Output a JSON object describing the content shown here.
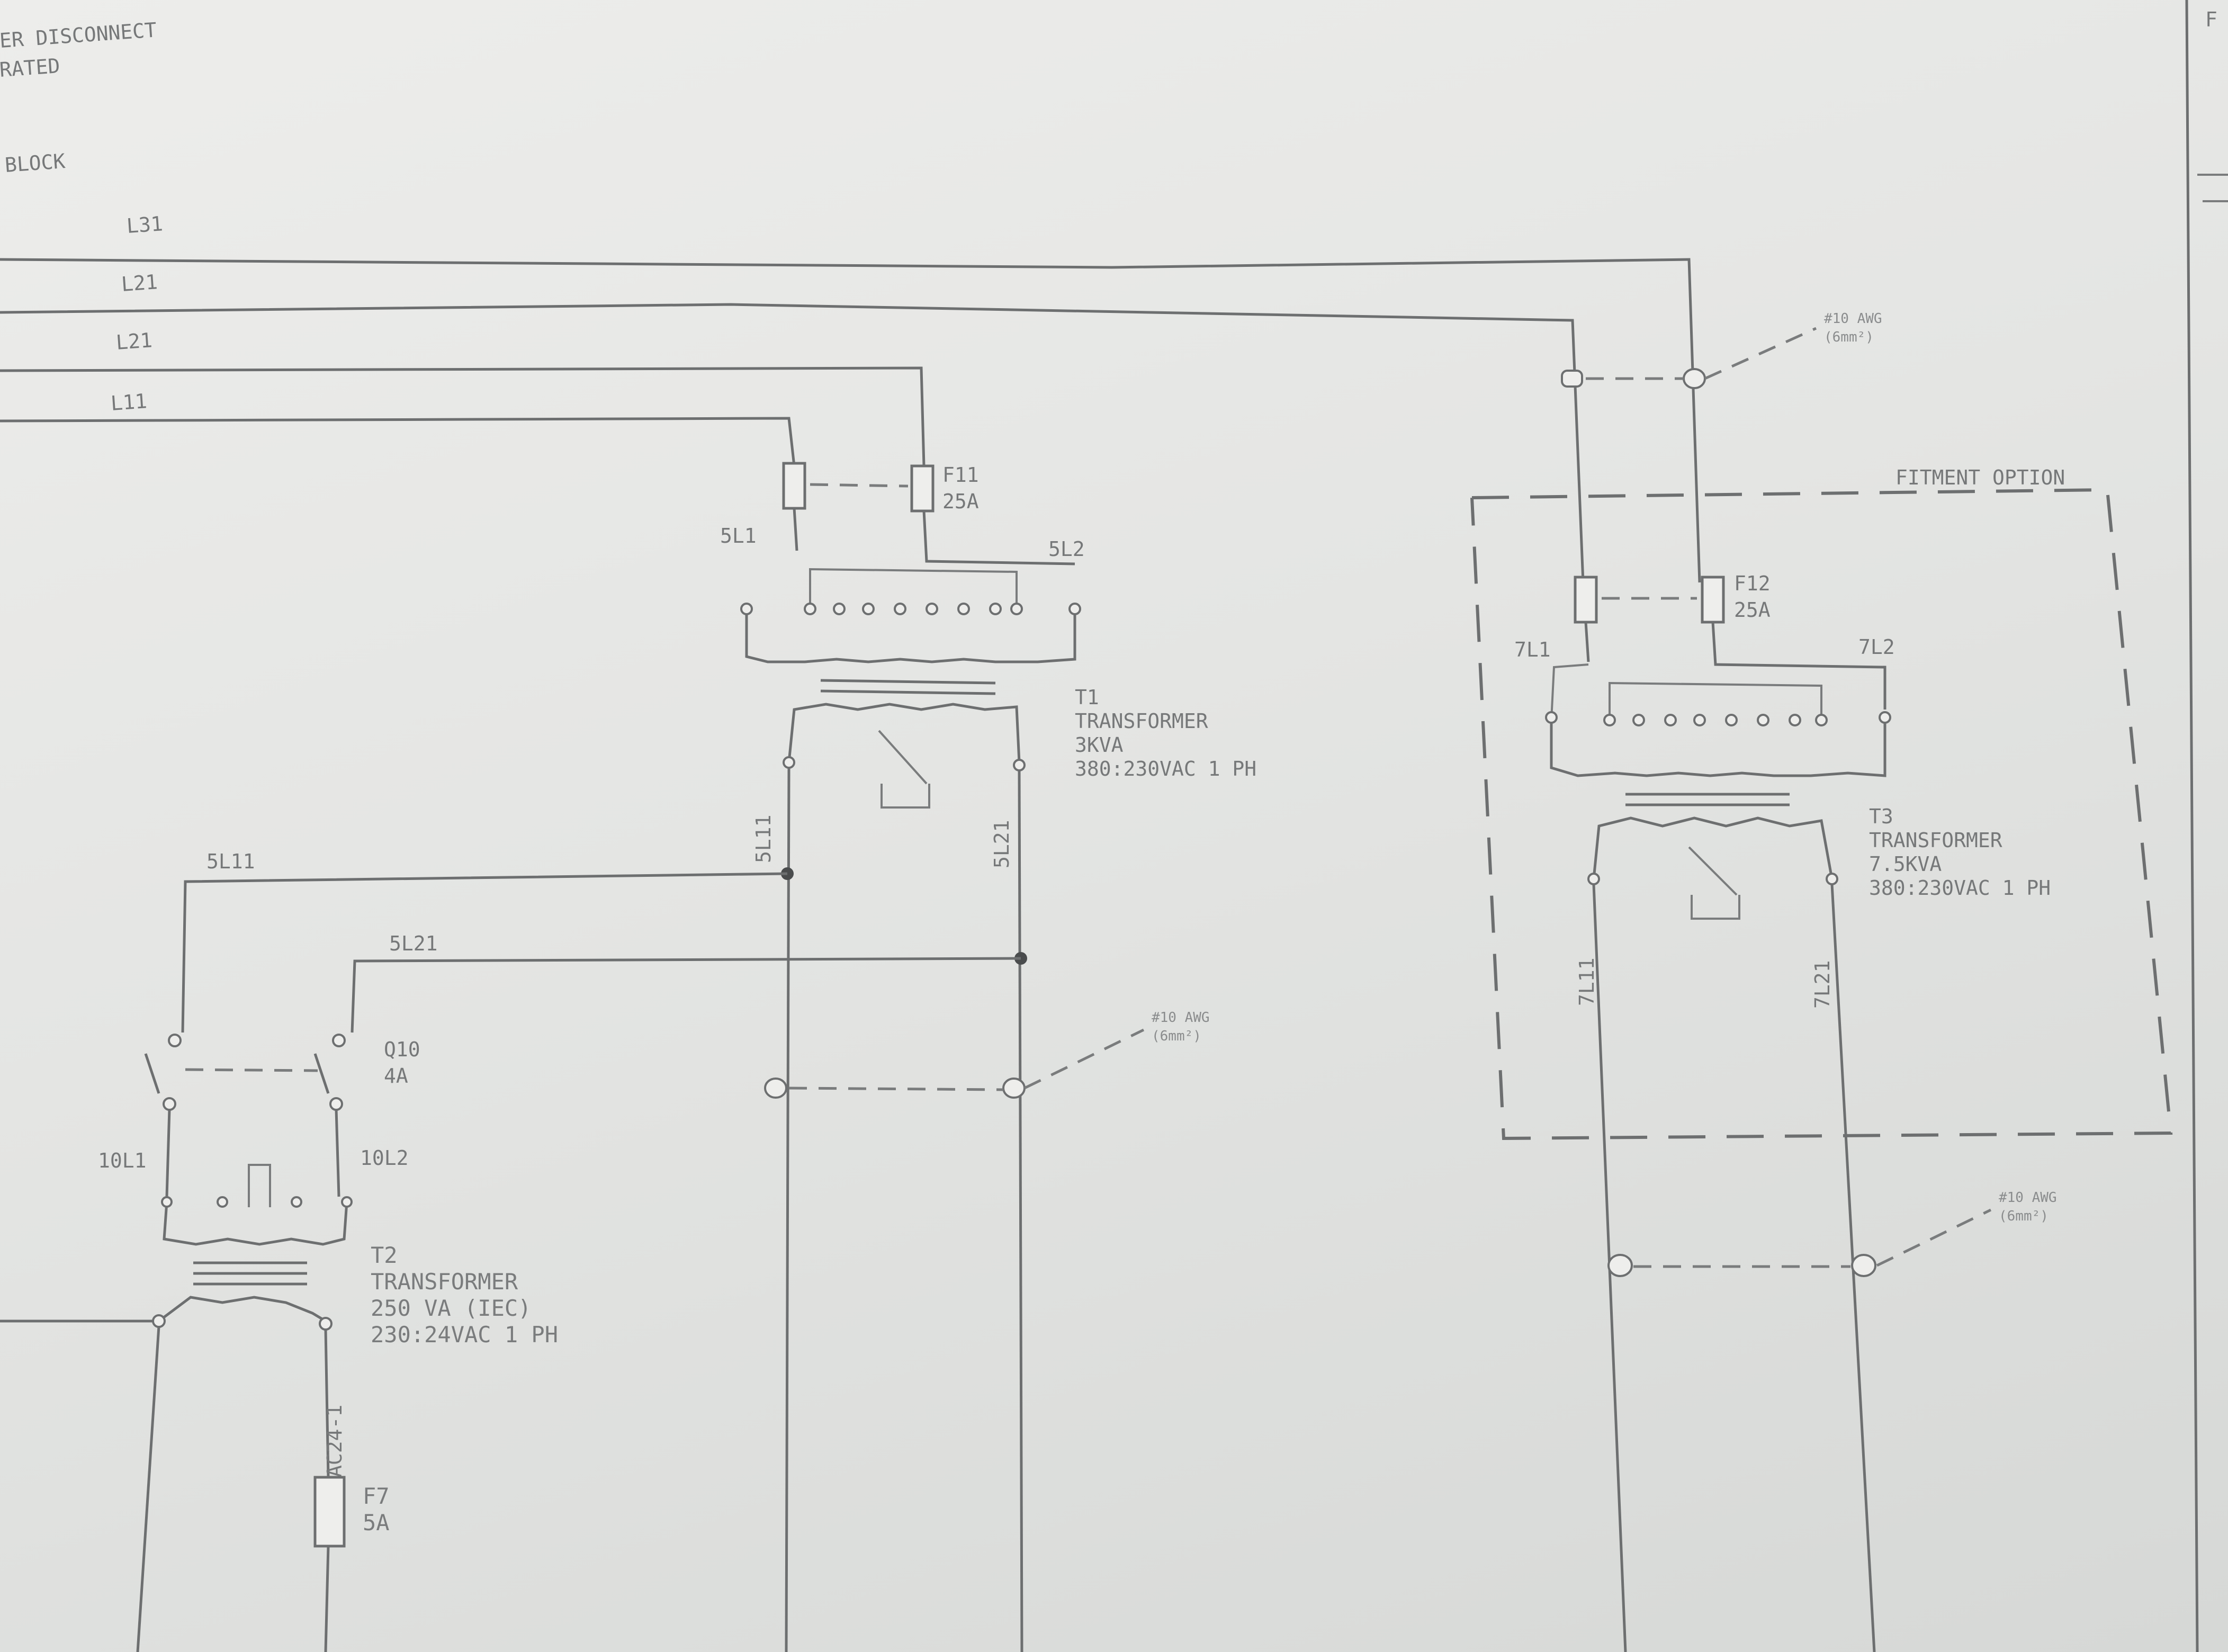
{
  "header": {
    "line1": "ER DISCONNECT",
    "line2": "RATED",
    "line3": "BLOCK"
  },
  "bus_lines": [
    "L31",
    "L21",
    "L21",
    "L11"
  ],
  "fuses": {
    "f11": {
      "name": "F11",
      "rating": "25A"
    },
    "f12": {
      "name": "F12",
      "rating": "25A"
    },
    "f7": {
      "name": "F7",
      "rating": "5A"
    }
  },
  "wire_labels": {
    "w5l1": "5L1",
    "w5l2": "5L2",
    "w5l11_vertical": "5L11",
    "w5l21_vertical": "5L21",
    "w5l11_branch": "5L11",
    "w5l21_branch": "5L21",
    "w7l1": "7L1",
    "w7l2": "7L2",
    "w7l11_vertical": "7L11",
    "w7l21_vertical": "7L21",
    "w10l1": "10L1",
    "w10l2": "10L2",
    "ac24": "AC24-1"
  },
  "transformers": {
    "t1": {
      "id": "T1",
      "type": "TRANSFORMER",
      "rating": "3KVA",
      "voltage": "380:230VAC 1 PH"
    },
    "t2": {
      "id": "T2",
      "type": "TRANSFORMER",
      "rating": "250 VA (IEC)",
      "voltage": "230:24VAC 1 PH"
    },
    "t3": {
      "id": "T3",
      "type": "TRANSFORMER",
      "rating": "7.5KVA",
      "voltage": "380:230VAC 1 PH"
    }
  },
  "breaker": {
    "id": "Q10",
    "rating": "4A"
  },
  "wire_specs": {
    "spec1": {
      "gauge": "#10 AWG",
      "area": "(6mm²)"
    },
    "spec2": {
      "gauge": "#10 AWG",
      "area": "(6mm²)"
    },
    "spec3": {
      "gauge": "#10 AWG",
      "area": "(6mm²)"
    }
  },
  "fitment_option": "FITMENT OPTION",
  "corner_letter": "F"
}
